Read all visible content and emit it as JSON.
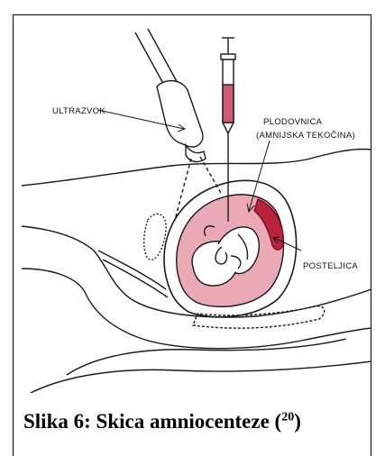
{
  "labels": {
    "ultrasound": "ULTRAZVOK",
    "amniotic_sac_line1": "PLODOVNICA",
    "amniotic_sac_line2": "(AMNIJSKA TEKOČINA)",
    "placenta": "POSTELJICA"
  },
  "caption": {
    "text": "Slika 6: Skica amniocenteze (",
    "reference": "20",
    "close": ")"
  },
  "colors": {
    "amniotic_fill": "#e9a9b5",
    "placenta_fill": "#b8253a",
    "syringe_fill": "#cf5a74",
    "outline": "#1a1a1a"
  }
}
